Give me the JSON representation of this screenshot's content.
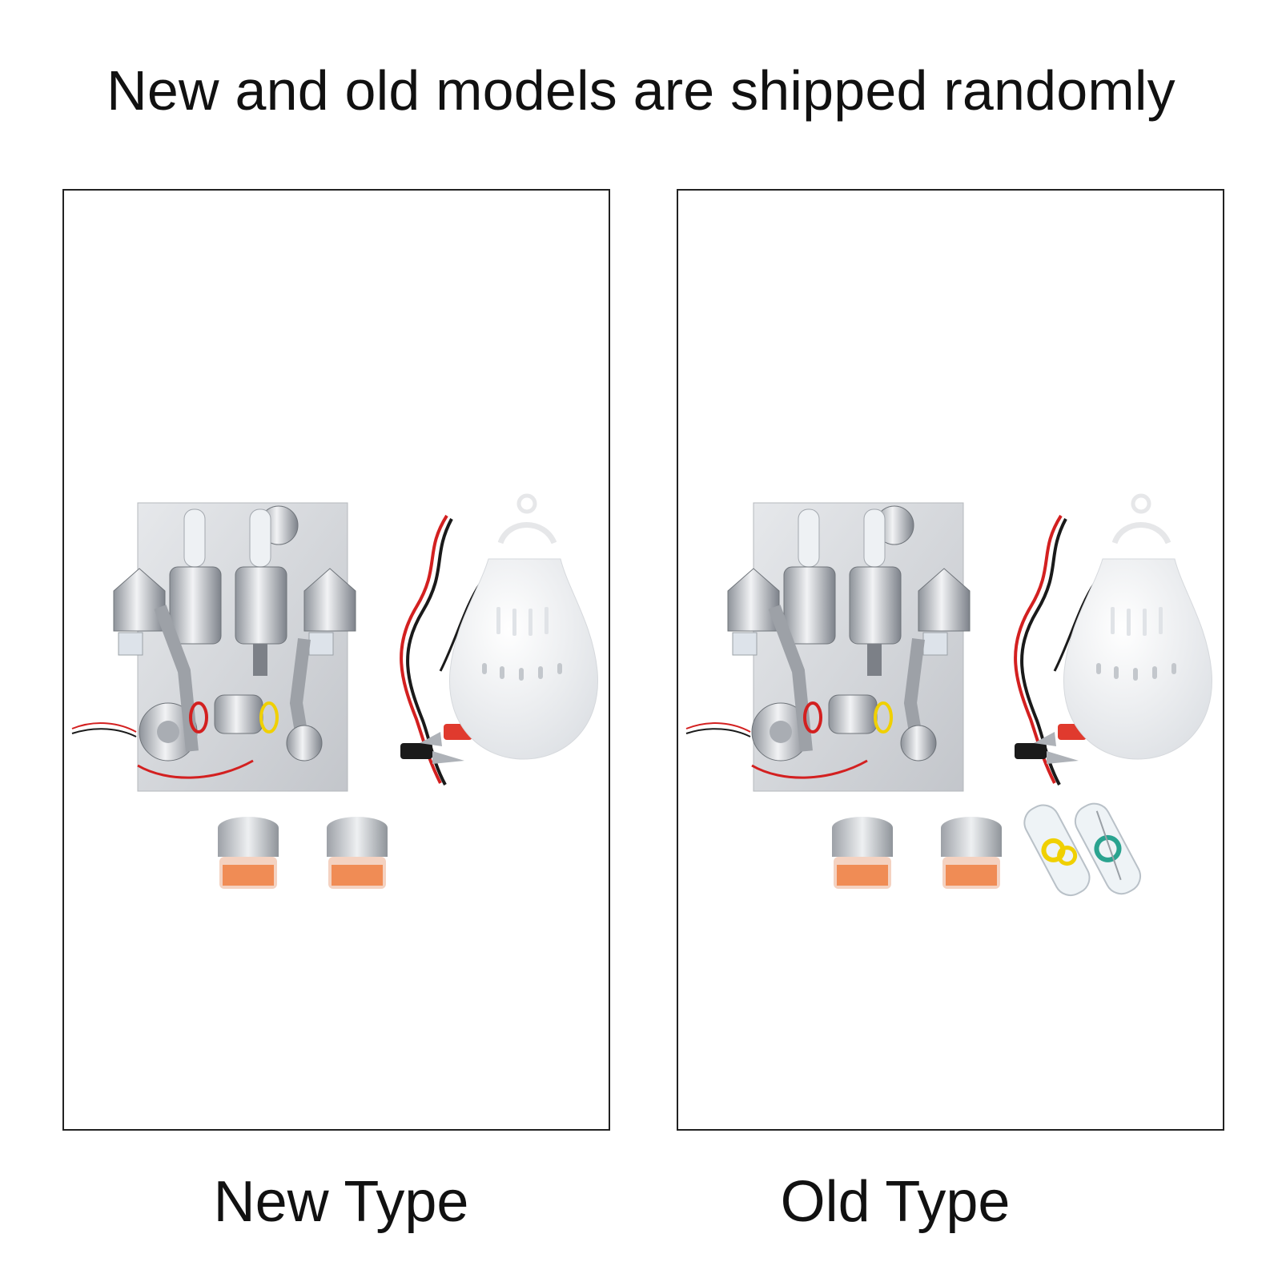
{
  "headline": "New and old models are shipped randomly",
  "panels": [
    {
      "caption": "New Type",
      "includes_spare_parts_tubes": false
    },
    {
      "caption": "Old Type",
      "includes_spare_parts_tubes": true
    }
  ],
  "colors": {
    "frame": "#222222",
    "chrome": "#c9ccd1",
    "wire_red": "#d32020",
    "wire_black": "#1a1a1a",
    "bulb": "#f4f5f6",
    "jar_contents": "#ef7a3a",
    "band_yellow": "#f0d000",
    "band_teal": "#2aa38f"
  }
}
